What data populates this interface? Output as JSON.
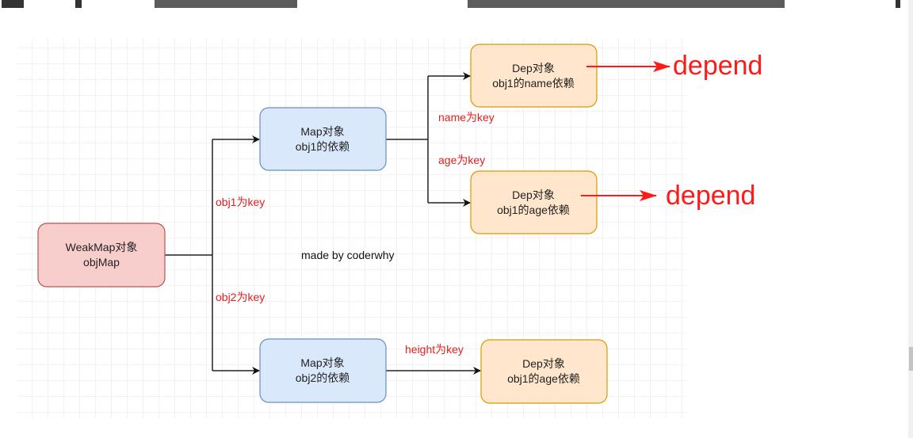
{
  "diagram": {
    "nodes": {
      "weakmap": {
        "line1": "WeakMap对象",
        "line2": "objMap"
      },
      "map1": {
        "line1": "Map对象",
        "line2": "obj1的依赖"
      },
      "map2": {
        "line1": "Map对象",
        "line2": "obj2的依赖"
      },
      "dep1": {
        "line1": "Dep对象",
        "line2": "obj1的name依赖"
      },
      "dep2": {
        "line1": "Dep对象",
        "line2": "obj1的age依赖"
      },
      "dep3": {
        "line1": "Dep对象",
        "line2": "obj1的age依赖"
      }
    },
    "edge_labels": {
      "obj1": "obj1为key",
      "obj2": "obj2为key",
      "name": "name为key",
      "age": "age为key",
      "height": "height为key"
    },
    "watermark": "made by coderwhy",
    "annotations": [
      "depend",
      "depend"
    ],
    "colors": {
      "weakmap_fill": "#f8cecc",
      "weakmap_stroke": "#b85450",
      "map_fill": "#dae8fc",
      "map_stroke": "#6c8ebf",
      "dep_fill": "#ffe6cc",
      "dep_stroke": "#d79b00",
      "label_red": "#e02020",
      "annotation_red": "#ff1a1a"
    }
  }
}
